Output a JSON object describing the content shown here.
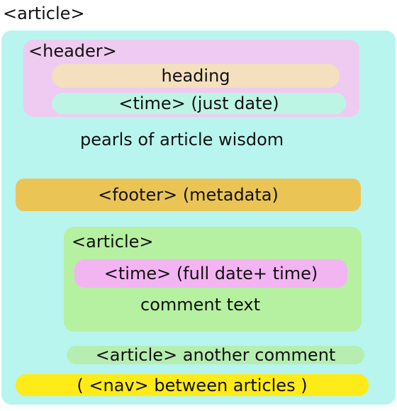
{
  "colors": {
    "outer_article": "#b8f5ef",
    "header": "#efcbf1",
    "heading": "#f4dfbf",
    "time": "#bdf5e4",
    "footer": "#ebc456",
    "comment_article": "#b6f0a1",
    "full_time": "#f3b4f2",
    "another_comment": "#b5eeb0",
    "nav": "#ffeb18"
  },
  "outer": {
    "label": "<article>"
  },
  "header": {
    "label": "<header>",
    "heading": "heading",
    "time": "<time> (just date)"
  },
  "body_text": "pearls of article wisdom",
  "footer": {
    "label": "<footer> (metadata)"
  },
  "comment": {
    "label": "<article>",
    "time": "<time> (full date+ time)",
    "text": "comment text"
  },
  "another_comment": {
    "label": "<article> another comment"
  },
  "nav": {
    "label": "( <nav> between articles )"
  }
}
